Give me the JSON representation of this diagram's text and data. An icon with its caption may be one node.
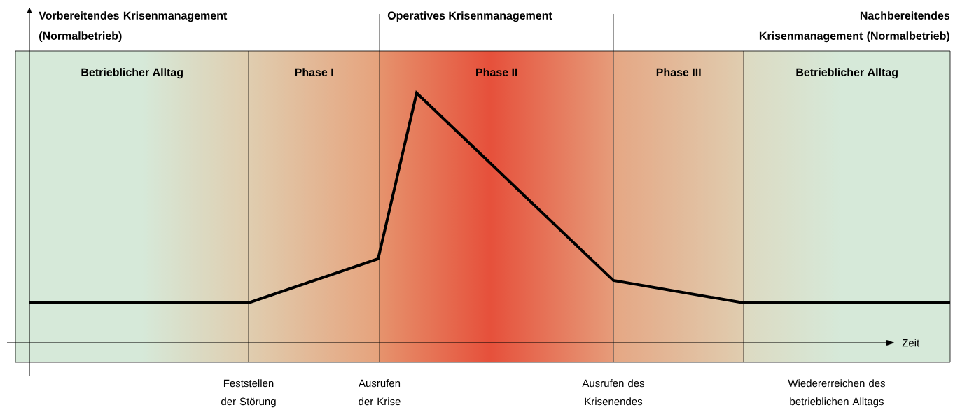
{
  "diagram": {
    "nodes": [
      {
        "text": [
          "Betrieblicher Alltag"
        ]
      },
      {
        "text": [
          "Phase I"
        ]
      },
      {
        "text": [
          "Phase II"
        ]
      },
      {
        "text": [
          "Phase III"
        ]
      },
      {
        "text": [
          "Betrieblicher Alltag"
        ]
      }
    ],
    "labels": [
      "Vorbereitendes Krisenmanagement (Normalbetrieb)",
      "Operatives Krisenmanagement",
      "Nachbereitendes Krisenmanagement (Normalbetrieb)",
      "Zeit",
      "Feststellen der Störung",
      "Ausrufen der Krise",
      "Ausrufen des Krisenendes",
      "Wiedererreichen des betrieblichen Alltags"
    ]
  }
}
